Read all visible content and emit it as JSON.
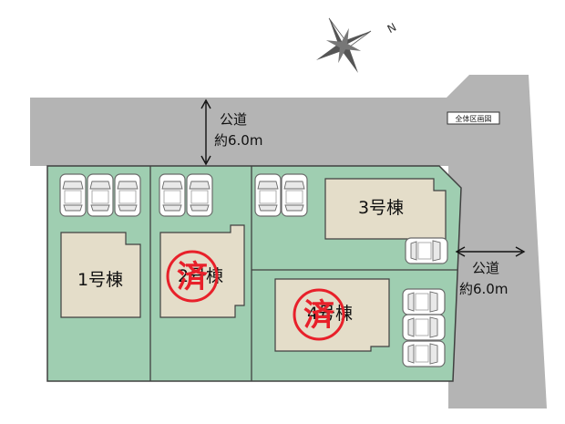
{
  "compass": {
    "icon": "compass-rose-icon",
    "north_label": "N"
  },
  "roads": {
    "north": {
      "name": "公道",
      "width": "約6.0m"
    },
    "east": {
      "name": "公道",
      "width": "約6.0m"
    }
  },
  "overview_tag": "全体区画図",
  "lots": [
    {
      "building": "1号棟",
      "status": "",
      "cars": 3
    },
    {
      "building": "2号棟",
      "status": "済",
      "cars": 2
    },
    {
      "building": "3号棟",
      "status": "",
      "cars": 3
    },
    {
      "building": "4号棟",
      "status": "済",
      "cars": 3
    }
  ],
  "colors": {
    "road": "#b4b4b4",
    "lot_fill": "#9fceb1",
    "building_fill": "#e4ddc9",
    "lot_border": "#404040",
    "sold_stamp": "#e8202a"
  }
}
